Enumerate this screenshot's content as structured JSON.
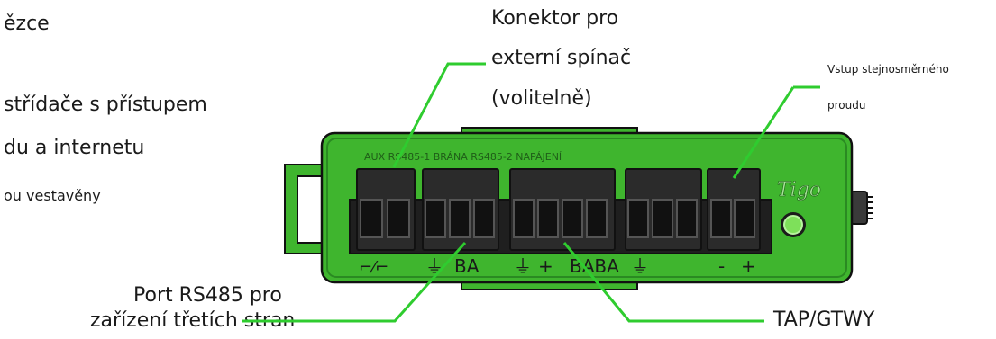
{
  "left_text": {
    "line1": "ězce",
    "line2": "střídače s přístupem",
    "line3": "du a internetu",
    "line4": "ou vestavěny"
  },
  "callouts": {
    "external_switch": {
      "line1": "Konektor pro",
      "line2": "externí spínač",
      "line3": "(volitelně)"
    },
    "dc_input": {
      "line1": "Vstup stejnosměrného",
      "line2": "proudu"
    },
    "rs485_port": {
      "line1": "Port RS485 pro",
      "line2": "zařízení třetích stran"
    },
    "tap_gtwy": {
      "line1": "TAP/GTWY"
    }
  },
  "device": {
    "header_label": "AUX RS485-1 BRÁNA RS485-2 NAPÁJENÍ",
    "brand": "Tigo",
    "bottom_labels": {
      "switch": "⌐⁄⌐",
      "aux_ground": "⏚",
      "rs485_1": "BA",
      "gw_ground": "⏚",
      "gw_plus": "+",
      "rs485_2": "BABA",
      "rs485_2_ground": "⏚",
      "dc_minus": "-",
      "dc_plus": "+"
    },
    "colors": {
      "body": "#3fb52e",
      "body_dark": "#2a8a22",
      "terminal": "#2b2b2b",
      "led": "#7ee05a",
      "callout_line": "#2fcc2f"
    }
  }
}
